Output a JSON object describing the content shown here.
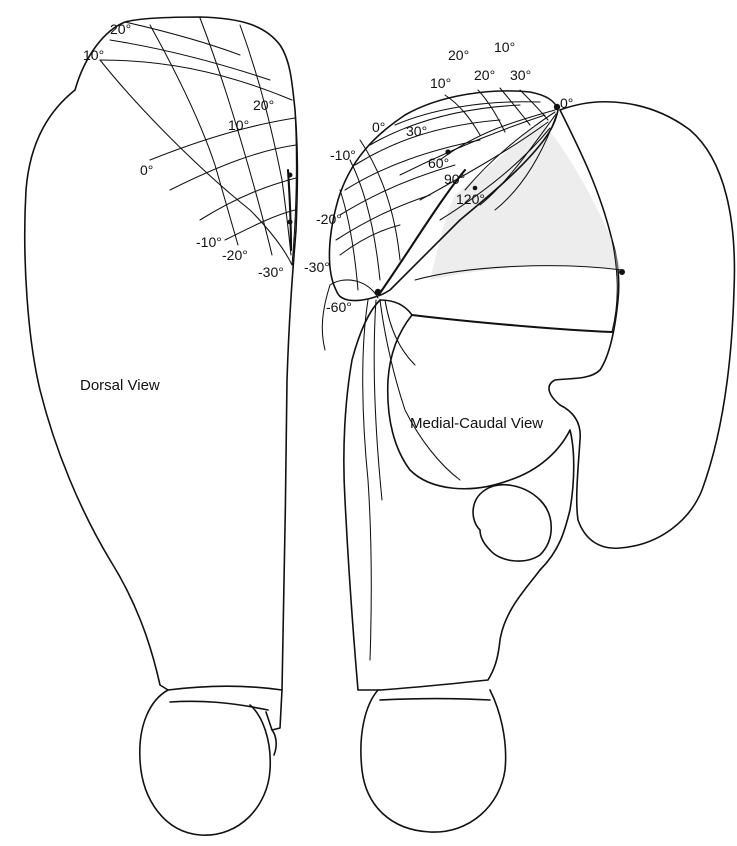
{
  "dorsal": {
    "view_label": "Dorsal View",
    "deg_labels": [
      "20°",
      "10°",
      "20°",
      "10°",
      "0°",
      "-10°",
      "-20°",
      "-30°"
    ]
  },
  "medial": {
    "view_label": "Medial-Caudal View",
    "deg_labels": [
      "20°",
      "10°",
      "10°",
      "20°",
      "30°",
      "0°",
      "0°",
      "30°",
      "-10°",
      "60°",
      "90°",
      "120°",
      "-20°",
      "-30°",
      "-60°"
    ]
  },
  "colors": {
    "ink": "#111111",
    "paper": "#ffffff"
  }
}
